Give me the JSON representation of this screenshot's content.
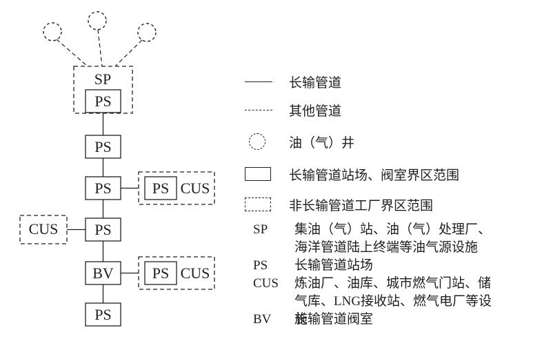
{
  "colors": {
    "ink": "#1f1f1f",
    "background": "#ffffff"
  },
  "diagram": {
    "labels": {
      "sp": "SP",
      "ps": "PS",
      "bv": "BV",
      "cus": "CUS"
    },
    "structure": {
      "wells_count": 3,
      "main_chain": [
        "SP(PS)",
        "PS",
        "PS",
        "PS",
        "BV",
        "PS"
      ],
      "branches": [
        {
          "from": "PS-3",
          "side": "right",
          "to": "PS CUS (dashed boundary)"
        },
        {
          "from": "PS-4",
          "side": "left",
          "to": "CUS (dashed boundary)"
        },
        {
          "from": "BV",
          "side": "right",
          "to": "PS CUS (dashed boundary)"
        }
      ]
    }
  },
  "legend": {
    "items": [
      {
        "symbol": "solid-line",
        "label": "长输管道"
      },
      {
        "symbol": "dashed-line",
        "label": "其他管道"
      },
      {
        "symbol": "dashed-circle-well",
        "label": "油（气）井"
      },
      {
        "symbol": "solid-rect",
        "label": "长输管道站场、阀室界区范围"
      },
      {
        "symbol": "dashed-rect",
        "label": "非长输管道工厂界区范围"
      }
    ],
    "abbreviations": [
      {
        "abbr": "SP",
        "desc": "集油（气）站、油（气）处理厂、海洋管道陆上终端等油气源设施"
      },
      {
        "abbr": "PS",
        "desc": "长输管道站场"
      },
      {
        "abbr": "CUS",
        "desc": "炼油厂、油库、城市燃气门站、储气库、LNG接收站、燃气电厂等设施"
      },
      {
        "abbr": "BV",
        "desc": "长输管道阀室"
      }
    ]
  }
}
